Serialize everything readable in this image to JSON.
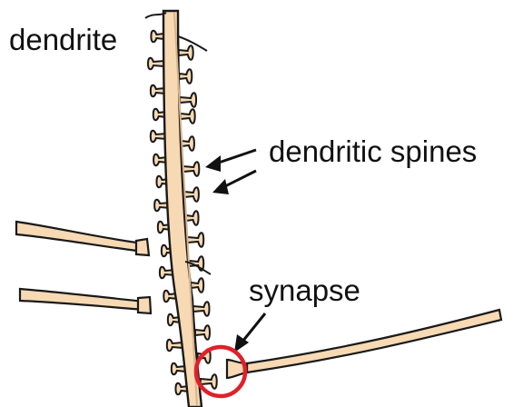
{
  "labels": {
    "dendrite": "dendrite",
    "spines": "dendritic spines",
    "synapse": "synapse"
  },
  "colors": {
    "fill": "#f7d9b3",
    "outline": "#1a1a1a",
    "highlight": "#e0202a",
    "text": "#111111"
  }
}
